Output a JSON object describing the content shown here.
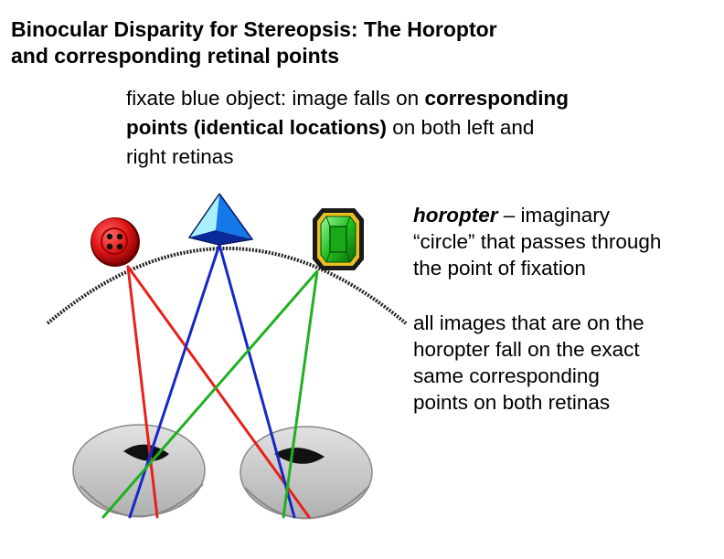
{
  "title": {
    "line1": "Binocular Disparity for Stereopsis: The Horoptor",
    "line2": "and corresponding retinal points"
  },
  "subtitle": {
    "lead": "fixate blue object: image falls on ",
    "bold1": "corresponding",
    "bold2": "points  (identical locations)",
    "mid": " on both left and",
    "line3": "right retinas"
  },
  "bullets": {
    "horopter_term": "horopter",
    "horopter_line1_rest": " – imaginary",
    "horopter_line2": "“circle” that passes through",
    "horopter_line3": "the point of fixation",
    "images_line1": "all images that are on the",
    "images_line2": "horopter fall on the exact",
    "images_line3": "same corresponding",
    "images_line4": "points on both retinas"
  },
  "colors": {
    "red_ray": "#e8201a",
    "blue_ray": "#1428c8",
    "green_ray": "#20b020",
    "eye_gray": "#c8c8c8"
  }
}
